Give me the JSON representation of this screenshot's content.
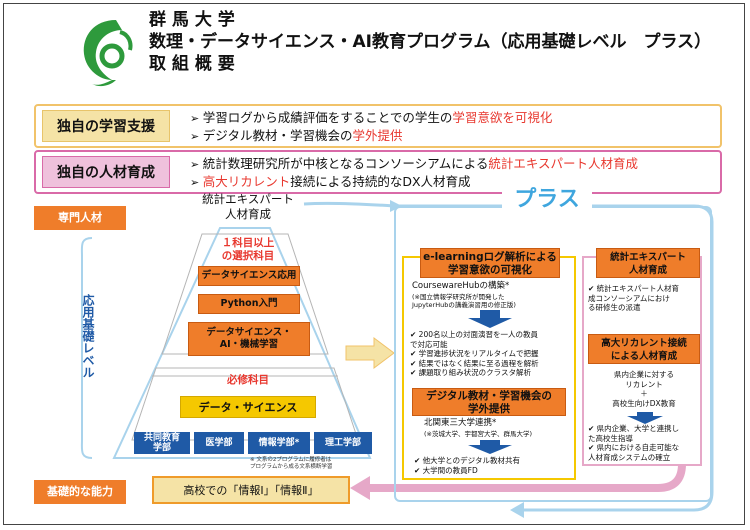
{
  "header": {
    "line1": "群 馬 大 学",
    "line2": "数理・データサイエンス・AI教育プログラム（応用基礎レベル　プラス）",
    "line3": "取 組 概 要"
  },
  "features": [
    {
      "label": "独自の学習支援",
      "bullets": [
        {
          "pre": "学習ログから成績評価をすることでの学生の",
          "hl": "学習意欲を可視化",
          "post": ""
        },
        {
          "pre": "デジタル教材・学習機会の",
          "hl": "学外提供",
          "post": ""
        }
      ]
    },
    {
      "label": "独自の人材育成",
      "bullets": [
        {
          "pre": "統計数理研究所が中核となるコンソーシアムによる",
          "hl": "統計エキスパート人材育成",
          "post": ""
        },
        {
          "pre": "",
          "hl": "高大リカレント",
          "post": "接続による持続的なDX人材育成"
        }
      ]
    }
  ],
  "left": {
    "specialist": "専門人材",
    "stat_expert": "統計エキスパート\n人材育成",
    "elective_label": "１科目以上\nの選択科目",
    "tiers": [
      "データサイエンス応用",
      "Python入門",
      "データサイエンス・\nAI・機械学習"
    ],
    "vertical": "応用基礎レベル",
    "required_label": "必修科目",
    "required_course": "データ・サイエンス",
    "departments": [
      "共同教育\n学部",
      "医学部",
      "情報学部*",
      "理工学部"
    ],
    "footnote": "※ 文系の2プログラムに履修者は\nプログラムから成る文系横断学習",
    "basic_ability": "基礎的な能力",
    "highschool": "高校での「情報Ⅰ」「情報Ⅱ」"
  },
  "plus": {
    "title": "プラス",
    "p1_head": "e-learningログ解析による\n学習意欲の可視化",
    "p1_sub": "CoursewareHubの構築*",
    "p1_note": "(※国立情報学研究所が開発した\nJupyterHubの講義演習用の修正版)",
    "p1_items": [
      "200名以上の対面演習を一人の教員\nで対応可能",
      "学習進捗状況をリアルタイムで把握",
      "結果ではなく結果に至る過程を解析",
      "課題取り組み状況のクラスタ解析"
    ],
    "p2_head": "デジタル教材・学習機会の\n学外提供",
    "p2_sub": "北関東三大学連携*",
    "p2_note": "(※茨城大学、宇都宮大学、群馬大学)",
    "p2_items": [
      "他大学とのデジタル教材共有",
      "大学間の教員FD"
    ],
    "r1_head": "統計エキスパート\n人材育成",
    "r1_items": [
      "統計エキスパート人材育\n成コンソーシアムにおけ\nる研修生の派遣"
    ],
    "r2_head": "高大リカレント接続\nによる人材育成",
    "r2_text": "県内企業に対する\nリカレント\n＋\n高校生向けDX教育",
    "r2_items": [
      "県内企業、大学と連携し\nた高校生指導",
      "県内における自走可能な\n人材育成システムの確立"
    ]
  },
  "colors": {
    "orange": "#ef7d2a",
    "blue": "#1f5aa6",
    "light_blue": "#a9d3ec",
    "pink": "#e6a8c8",
    "yellow": "#f5e3a6",
    "red": "#e8382f"
  }
}
